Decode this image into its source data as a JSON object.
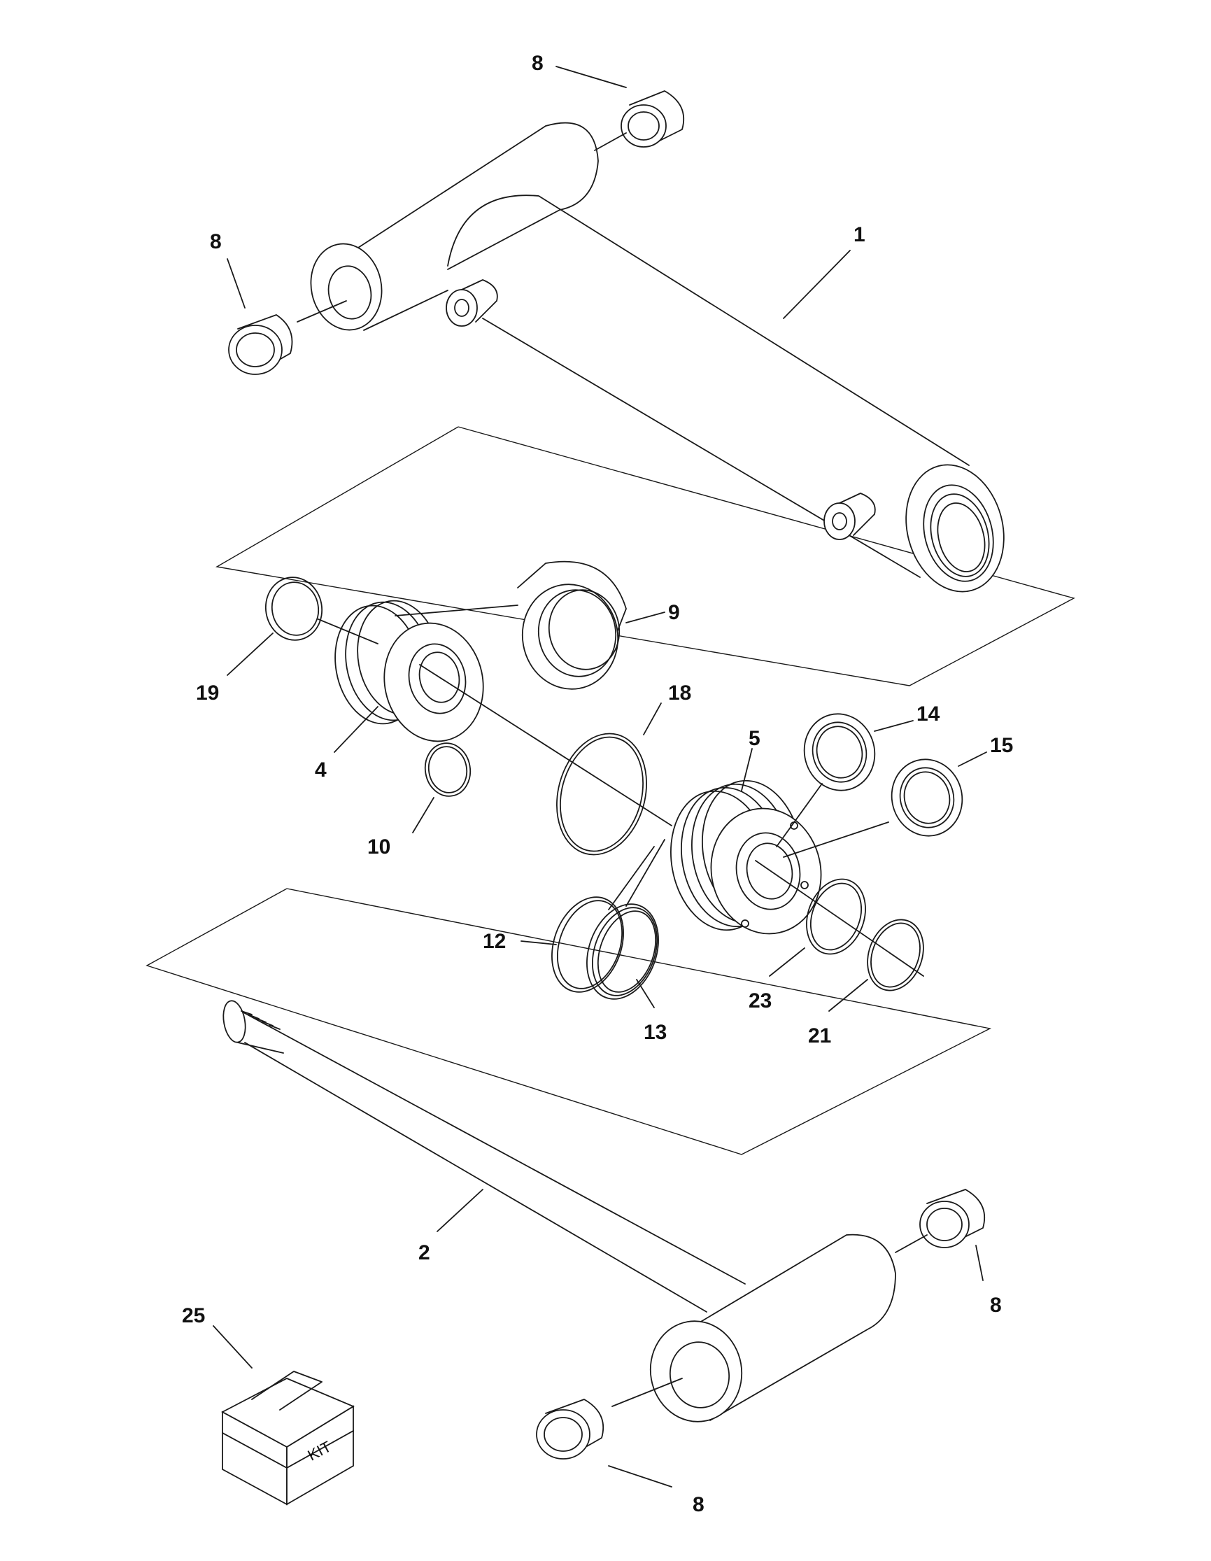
{
  "callouts": {
    "c1": "1",
    "c2": "2",
    "c4": "4",
    "c5": "5",
    "c8a": "8",
    "c8b": "8",
    "c8c": "8",
    "c8d": "8",
    "c9": "9",
    "c10": "10",
    "c12": "12",
    "c13": "13",
    "c14": "14",
    "c15": "15",
    "c18": "18",
    "c19": "19",
    "c21": "21",
    "c23": "23",
    "c25": "25"
  },
  "kit_box": {
    "label": "KIT"
  },
  "colors": {
    "line": "#1a1a1a",
    "background": "#ffffff"
  }
}
